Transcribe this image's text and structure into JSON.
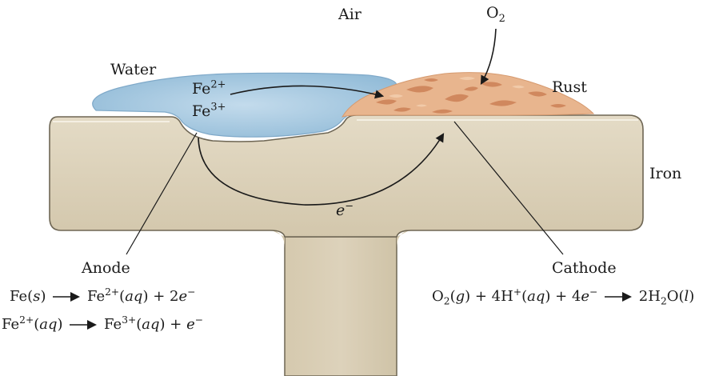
{
  "labels": {
    "air": "Air",
    "water": "Water",
    "rust": "Rust",
    "iron": "Iron",
    "o2_base": "O",
    "o2_sub": "2",
    "fe2_base": "Fe",
    "fe2_sup": "2+",
    "fe3_base": "Fe",
    "fe3_sup": "3+",
    "electron_base": "e",
    "electron_sup": "−",
    "anode": "Anode",
    "cathode": "Cathode"
  },
  "equations": {
    "anode_1": {
      "left_a": "Fe(",
      "left_state": "s",
      "left_b": ")",
      "right_a": "Fe",
      "right_sup": "2+",
      "right_b": "(",
      "right_state": "aq",
      "right_c": ") + 2",
      "right_e": "e",
      "right_esup": "−"
    },
    "anode_2": {
      "left_a": "Fe",
      "left_sup": "2+",
      "left_b": "(",
      "left_state": "aq",
      "left_c": ")",
      "right_a": "Fe",
      "right_sup": "3+",
      "right_b": "(",
      "right_state": "aq",
      "right_c": ") + ",
      "right_e": "e",
      "right_esup": "−"
    },
    "cathode": {
      "p1": "O",
      "p1sub": "2",
      "p2": "(",
      "p2state": "g",
      "p3": ") + 4H",
      "p3sup": "+",
      "p4": "(",
      "p4state": "aq",
      "p5": ") + 4",
      "p5e": "e",
      "p5esup": "−",
      "r1": "2H",
      "r1sub": "2",
      "r2": "O(",
      "r2state": "l",
      "r3": ")"
    }
  },
  "colors": {
    "iron_fill": "#d9ceb5",
    "iron_stroke": "#6e6654",
    "water_fill": "#a9c9e0",
    "water_edge": "#7fa9c9",
    "rust_fill": "#e8b58e",
    "rust_dark": "#c97a4e",
    "ink": "#1a1a1a"
  }
}
